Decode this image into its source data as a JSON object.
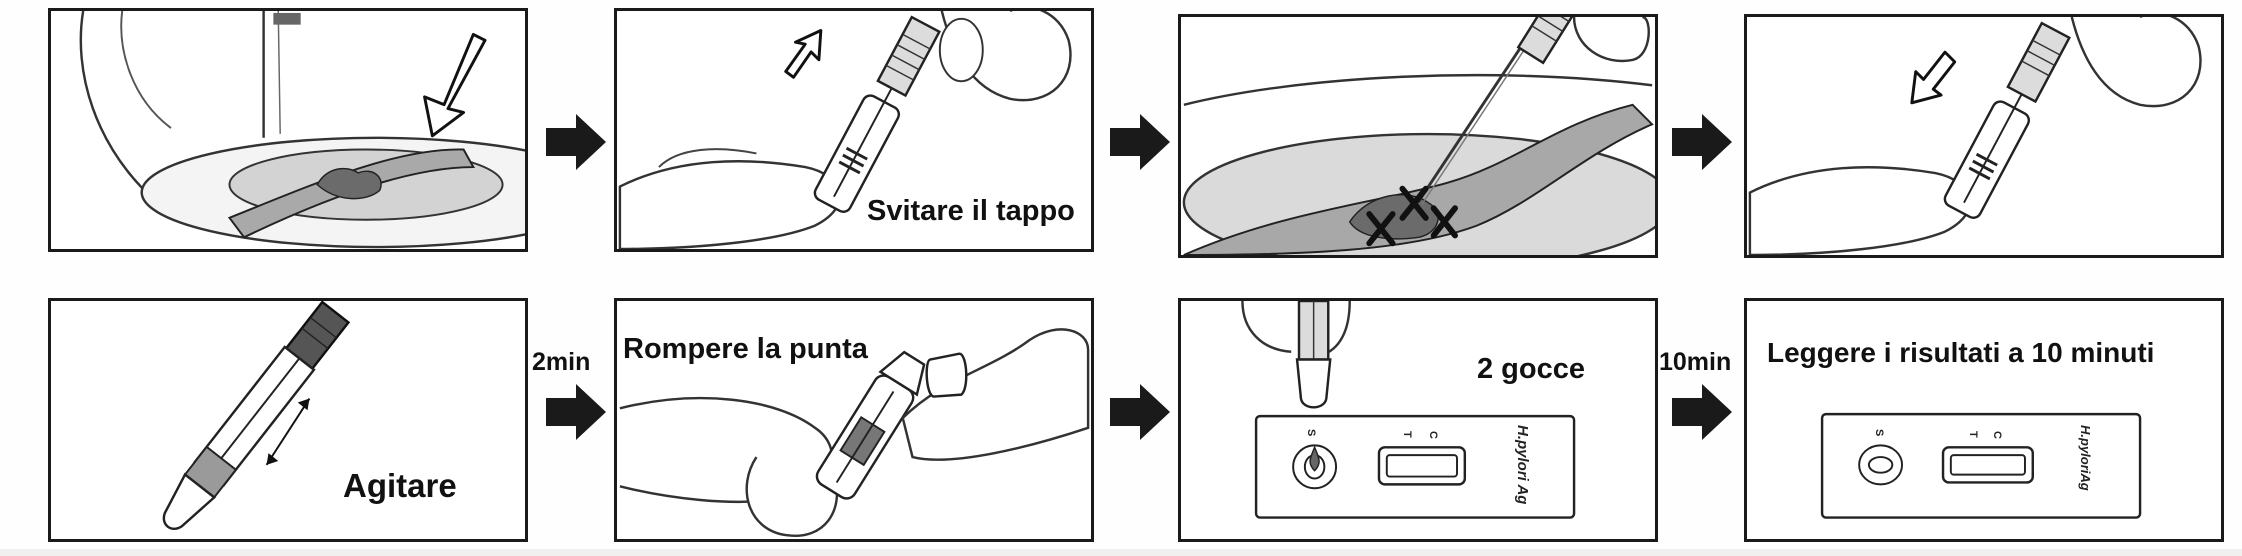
{
  "instructions": {
    "step2_caption": "Svitare il tappo",
    "step5_caption": "Agitare",
    "step6_caption": "Rompere la punta",
    "step7_caption": "2 gocce",
    "step8_caption": "Leggere i risultati a 10 minuti"
  },
  "timers": {
    "before_step6": "2min",
    "before_step8": "10min"
  },
  "test_cassette": {
    "label": "H.pylori Ag",
    "label_compact": "H.pyloriAg",
    "sample_letter": "S",
    "test_letter": "T",
    "control_letter": "C"
  },
  "colors": {
    "outline": "#1a1a1a",
    "sample_fill": "#7a7a7a",
    "paper_fill": "#bdbdbd",
    "water_fill": "#d6d6d6"
  }
}
